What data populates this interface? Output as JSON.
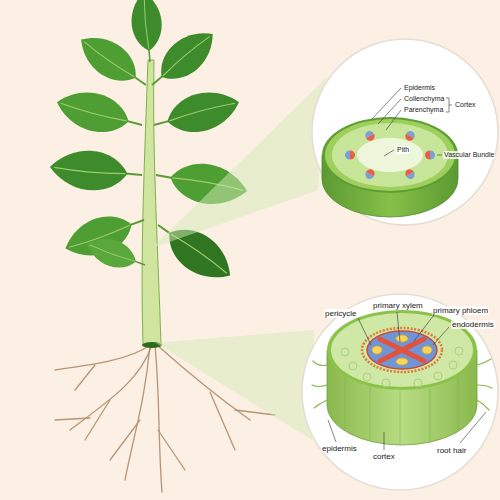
{
  "diagram": {
    "labels": [
      "Epidermis",
      "Collenchyma",
      "Parenchyma",
      "Cortex",
      "Pith",
      "Vascular Bundle",
      "pericycle",
      "primary xylem",
      "primary phloem",
      "endodermis",
      "epidermis",
      "cortex",
      "root hair"
    ]
  }
}
